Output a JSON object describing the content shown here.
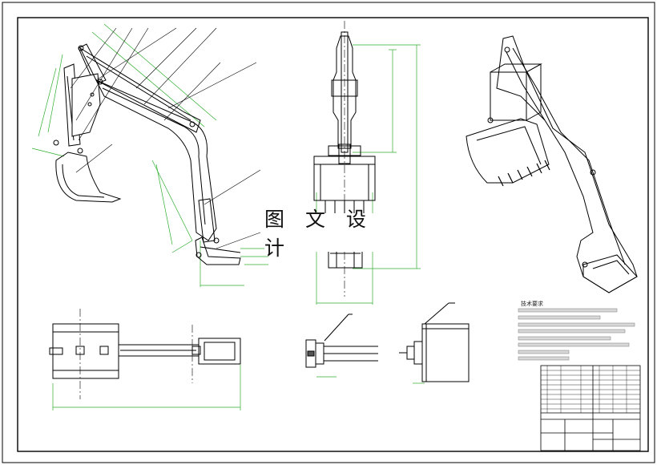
{
  "watermark": {
    "text": "图 文 设 计"
  },
  "tech_requirements": {
    "title": "技术要求"
  },
  "colors": {
    "outline": "#000000",
    "dimension": "#2fae2f",
    "background": "#ffffff",
    "hatch": "#555555"
  },
  "views": [
    {
      "name": "boom-arm-side-view"
    },
    {
      "name": "front-elevation-view"
    },
    {
      "name": "isometric-view"
    },
    {
      "name": "plan-view"
    },
    {
      "name": "detail-view-a"
    },
    {
      "name": "detail-view-b"
    },
    {
      "name": "title-block"
    }
  ]
}
